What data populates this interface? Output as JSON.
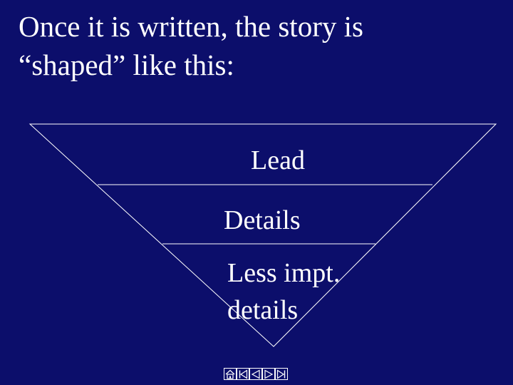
{
  "slide": {
    "title_line1": "Once it is written, the story is",
    "title_line2": "“shaped” like this:",
    "background_color": "#0c0e6b",
    "text_color": "#ffffff"
  },
  "diagram": {
    "type": "inverted-pyramid",
    "tiers": [
      {
        "label": "Lead"
      },
      {
        "label": "Details"
      },
      {
        "label_line1": "Less impt.",
        "label_line2": "details"
      }
    ]
  },
  "nav": {
    "buttons": [
      {
        "icon": "home-icon"
      },
      {
        "icon": "first-slide-icon"
      },
      {
        "icon": "previous-slide-icon"
      },
      {
        "icon": "next-slide-icon"
      },
      {
        "icon": "last-slide-icon"
      }
    ]
  }
}
